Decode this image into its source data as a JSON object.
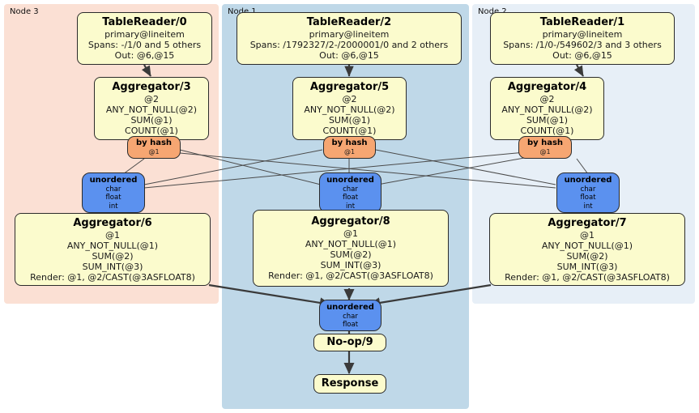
{
  "diagram": {
    "type": "distributed-query-plan",
    "regions": [
      {
        "label": "Node 3",
        "color": "#fbe0d4"
      },
      {
        "label": "Node 1",
        "color": "#bfd8e8"
      },
      {
        "label": "Node 2",
        "color": "#e7eff7"
      }
    ],
    "nodes": [
      {
        "id": "tablereader0",
        "kind": "proc",
        "title": "TableReader/0",
        "lines": [
          "primary@lineitem",
          "Spans: -/1/0 and 5 others",
          "Out: @6,@15"
        ]
      },
      {
        "id": "tablereader2",
        "kind": "proc",
        "title": "TableReader/2",
        "lines": [
          "primary@lineitem",
          "Spans: /1792327/2-/2000001/0 and 2 others",
          "Out: @6,@15"
        ]
      },
      {
        "id": "tablereader1",
        "kind": "proc",
        "title": "TableReader/1",
        "lines": [
          "primary@lineitem",
          "Spans: /1/0-/549602/3 and 3 others",
          "Out: @6,@15"
        ]
      },
      {
        "id": "aggregator3",
        "kind": "proc",
        "title": "Aggregator/3",
        "lines": [
          "@2",
          "ANY_NOT_NULL(@2)",
          "SUM(@1)",
          "COUNT(@1)"
        ]
      },
      {
        "id": "aggregator5",
        "kind": "proc",
        "title": "Aggregator/5",
        "lines": [
          "@2",
          "ANY_NOT_NULL(@2)",
          "SUM(@1)",
          "COUNT(@1)"
        ]
      },
      {
        "id": "aggregator4",
        "kind": "proc",
        "title": "Aggregator/4",
        "lines": [
          "@2",
          "ANY_NOT_NULL(@2)",
          "SUM(@1)",
          "COUNT(@1)"
        ]
      },
      {
        "id": "byhash3",
        "kind": "hash",
        "title": "by hash",
        "lines": [
          "@1"
        ]
      },
      {
        "id": "byhash1",
        "kind": "hash",
        "title": "by hash",
        "lines": [
          "@1"
        ]
      },
      {
        "id": "byhash2",
        "kind": "hash",
        "title": "by hash",
        "lines": [
          "@1"
        ]
      },
      {
        "id": "unordered3",
        "kind": "unord",
        "title": "unordered",
        "lines": [
          "char",
          "float",
          "int"
        ]
      },
      {
        "id": "unordered1",
        "kind": "unord",
        "title": "unordered",
        "lines": [
          "char",
          "float",
          "int"
        ]
      },
      {
        "id": "unordered2",
        "kind": "unord",
        "title": "unordered",
        "lines": [
          "char",
          "float",
          "int"
        ]
      },
      {
        "id": "aggregator6",
        "kind": "proc",
        "title": "Aggregator/6",
        "lines": [
          "@1",
          "ANY_NOT_NULL(@1)",
          "SUM(@2)",
          "SUM_INT(@3)",
          "Render: @1, @2/CAST(@3ASFLOAT8)"
        ]
      },
      {
        "id": "aggregator8",
        "kind": "proc",
        "title": "Aggregator/8",
        "lines": [
          "@1",
          "ANY_NOT_NULL(@1)",
          "SUM(@2)",
          "SUM_INT(@3)",
          "Render: @1, @2/CAST(@3ASFLOAT8)"
        ]
      },
      {
        "id": "aggregator7",
        "kind": "proc",
        "title": "Aggregator/7",
        "lines": [
          "@1",
          "ANY_NOT_NULL(@1)",
          "SUM(@2)",
          "SUM_INT(@3)",
          "Render: @1, @2/CAST(@3ASFLOAT8)"
        ]
      },
      {
        "id": "unordered-final",
        "kind": "unord",
        "title": "unordered",
        "lines": [
          "char",
          "float"
        ]
      },
      {
        "id": "noop9",
        "kind": "proc-small",
        "title": "No-op/9",
        "lines": []
      },
      {
        "id": "response",
        "kind": "proc-small",
        "title": "Response",
        "lines": []
      }
    ],
    "colors": {
      "processor_fill": "#fbfbcd",
      "hash_fill": "#f6a672",
      "unordered_fill": "#5b91ef",
      "region_node3": "#fbe0d4",
      "region_node1": "#bfd8e8",
      "region_node2": "#e7eff7",
      "edge": "#4a4a4a",
      "border": "#2b2b2b"
    }
  }
}
